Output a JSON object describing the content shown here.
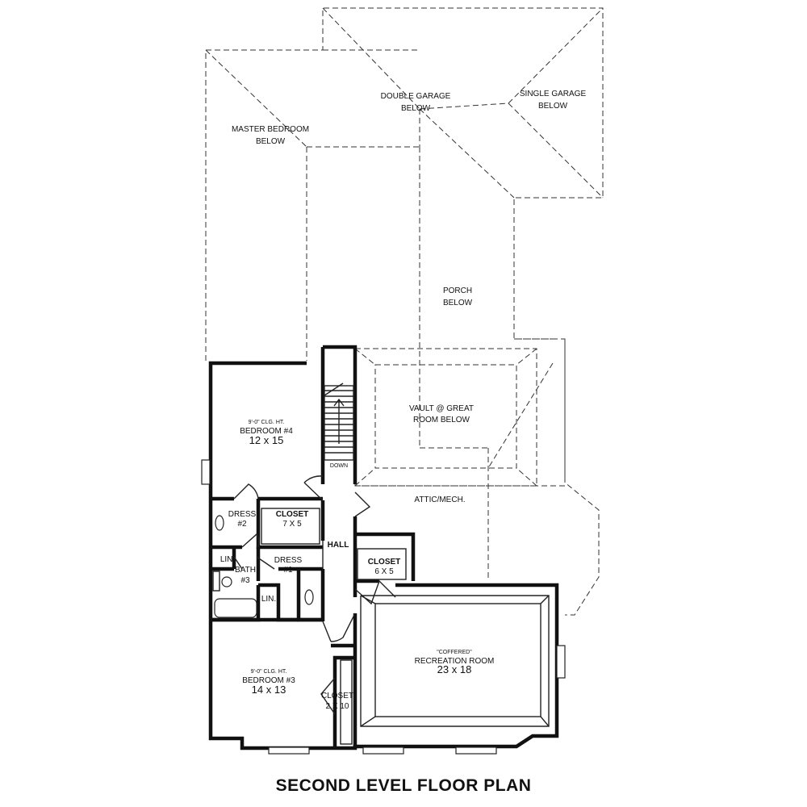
{
  "title": "SECOND LEVEL FLOOR PLAN",
  "below_labels": {
    "master_bedroom": [
      "MASTER BEDROOM",
      "BELOW"
    ],
    "double_garage": [
      "DOUBLE GARAGE",
      "BELOW"
    ],
    "single_garage": [
      "SINGLE GARAGE",
      "BELOW"
    ],
    "porch": [
      "PORCH",
      "BELOW"
    ],
    "vault": [
      "VAULT @ GREAT",
      "ROOM BELOW"
    ]
  },
  "rooms": {
    "bedroom4": {
      "ceiling": "9'-0\" CLG. HT.",
      "name": "BEDROOM #4",
      "size": "12 x 15"
    },
    "bedroom3": {
      "ceiling": "9'-0\" CLG. HT.",
      "name": "BEDROOM #3",
      "size": "14 x 13"
    },
    "recreation": {
      "note": "\"COFFERED\"",
      "name": "RECREATION ROOM",
      "size": "23 x 18"
    },
    "dress2": [
      "DRESS",
      "#2"
    ],
    "closet_7x5": [
      "CLOSET",
      "7 X 5"
    ],
    "dress1": [
      "DRESS",
      "#1"
    ],
    "bath3": [
      "BATH",
      "#3"
    ],
    "lin_a": "LIN.",
    "lin_b": "LIN.",
    "hall": "HALL",
    "down": "DOWN",
    "closet_6x5": [
      "CLOSET",
      "6 X 5"
    ],
    "closet_2x10": [
      "CLOSET",
      "2 X 10"
    ],
    "attic": "ATTIC/MECH."
  }
}
